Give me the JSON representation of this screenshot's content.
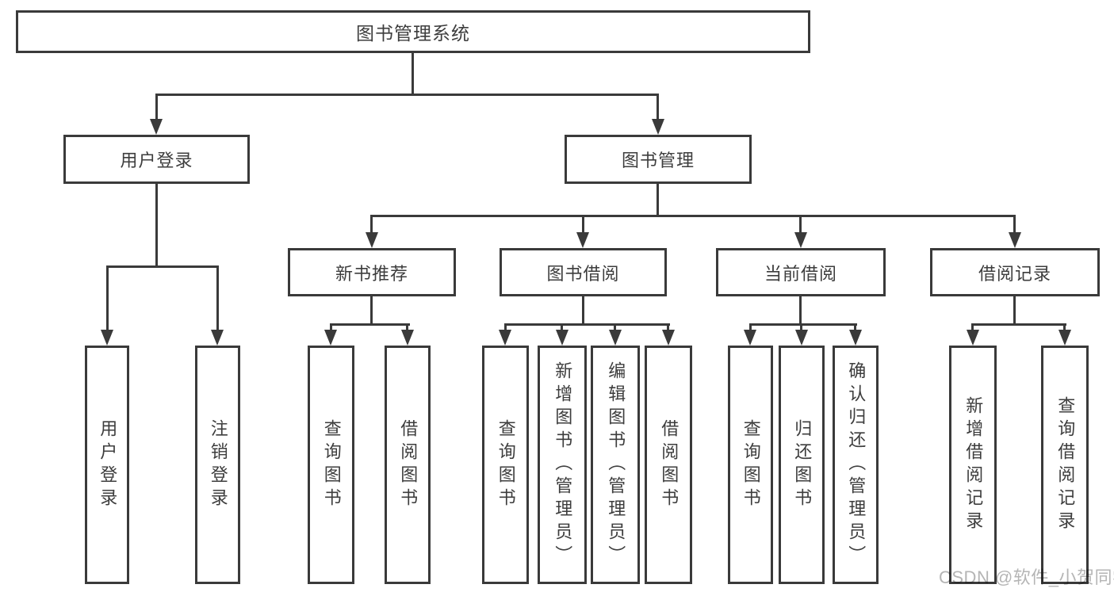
{
  "colors": {
    "line": "#3a3a3a",
    "text": "#3d3d3d",
    "watermark_text_color": "#b5b5b5",
    "background": "#ffffff"
  },
  "watermark": {
    "text": "CSDN @软件_小贺同学"
  },
  "tree": {
    "root": {
      "label": "图书管理系统"
    },
    "branches": [
      {
        "label": "用户登录",
        "leaves": [
          {
            "label": "用户登录"
          },
          {
            "label": "注销登录"
          }
        ]
      },
      {
        "label": "图书管理",
        "children": [
          {
            "label": "新书推荐",
            "leaves": [
              {
                "label": "查询图书"
              },
              {
                "label": "借阅图书"
              }
            ]
          },
          {
            "label": "图书借阅",
            "leaves": [
              {
                "label": "查询图书"
              },
              {
                "label": "新增图书（管理员）"
              },
              {
                "label": "编辑图书（管理员）"
              },
              {
                "label": "借阅图书"
              }
            ]
          },
          {
            "label": "当前借阅",
            "leaves": [
              {
                "label": "查询图书"
              },
              {
                "label": "归还图书"
              },
              {
                "label": "确认归还（管理员）"
              }
            ]
          },
          {
            "label": "借阅记录",
            "leaves": [
              {
                "label": "新增借阅记录"
              },
              {
                "label": "查询借阅记录"
              }
            ]
          }
        ]
      }
    ]
  }
}
